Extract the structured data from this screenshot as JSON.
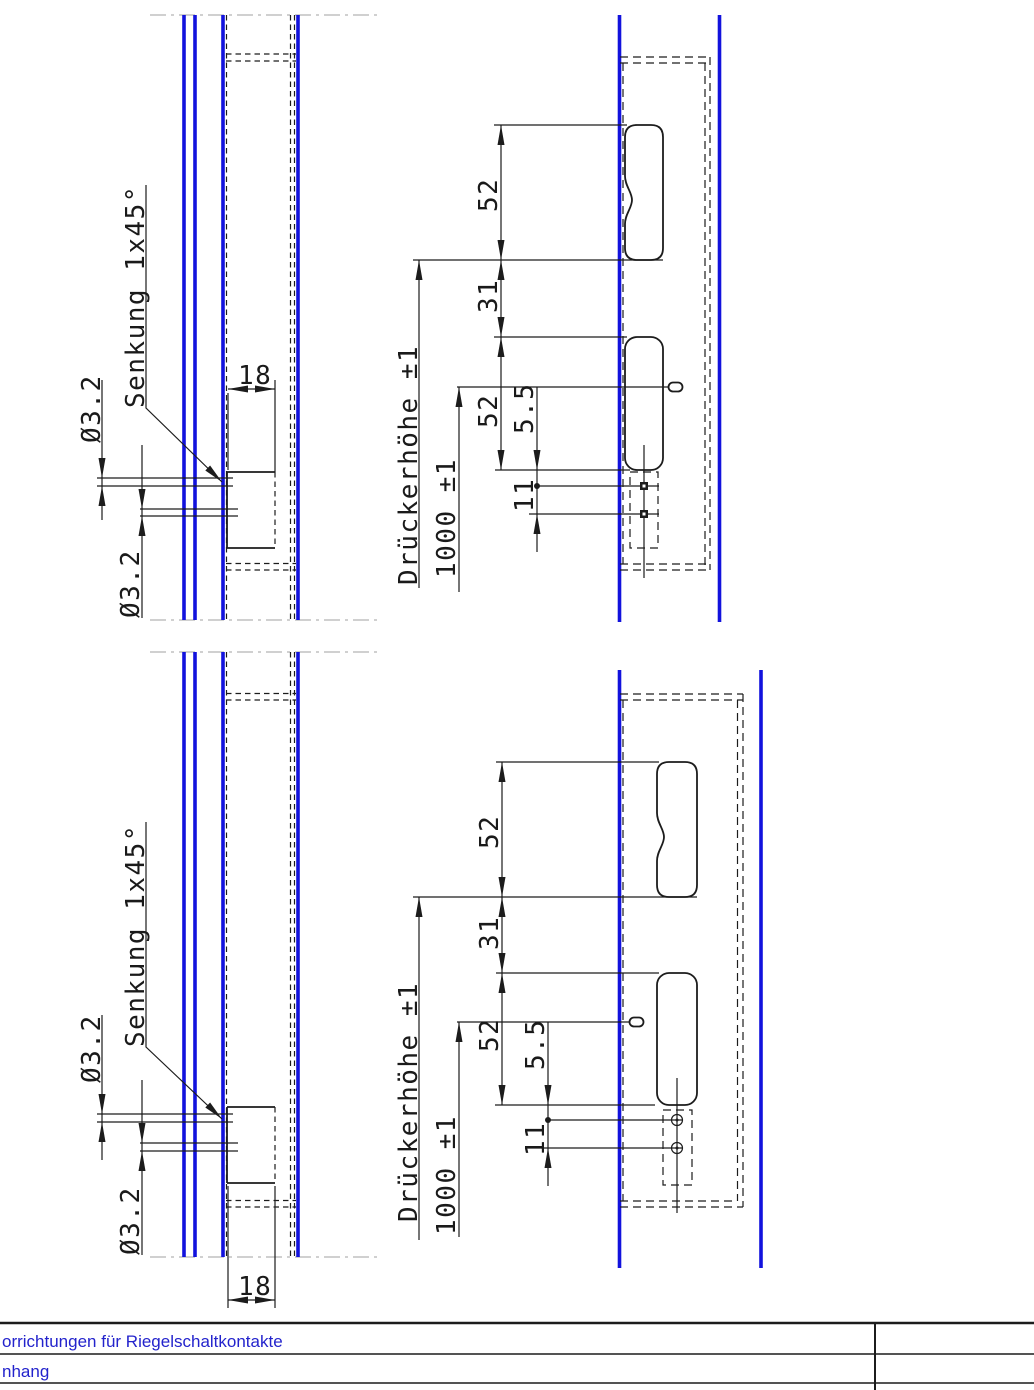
{
  "drawing": {
    "labels": {
      "senkung": "Senkung 1x45°",
      "diameter": "Ø3.2",
      "width_18": "18",
      "height_52": "52",
      "gap_31": "31",
      "offset_5_5": "5.5",
      "spacing_11": "11",
      "drueckerhoehe": "Drückerhöhe ±1",
      "floor_1000": "1000 ±1"
    },
    "title_block": {
      "row1": "orrichtungen für Riegelschaltkontakte",
      "row2": "nhang"
    },
    "colors": {
      "line_blue": "#1212dd",
      "text_blue": "#2323cc",
      "line_black": "#1c1c1c",
      "centerline_gray": "#b3b3b3"
    }
  }
}
